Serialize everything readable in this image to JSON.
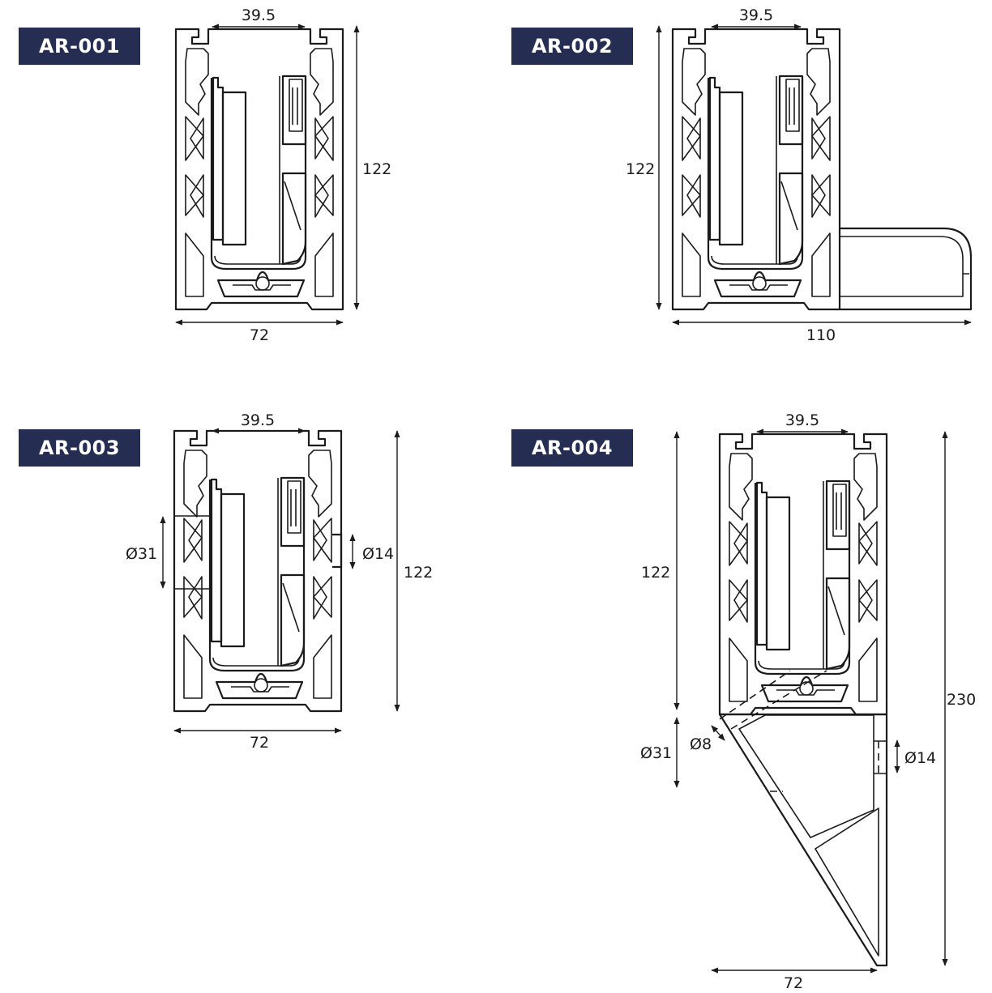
{
  "colors": {
    "badge": "#262d52",
    "line": "#1b1b1b",
    "background": "#ffffff"
  },
  "profiles": [
    {
      "code": "AR-001",
      "dims": {
        "top": "39.5",
        "height": "122",
        "width": "72"
      }
    },
    {
      "code": "AR-002",
      "dims": {
        "top": "39.5",
        "height": "122",
        "width": "110"
      }
    },
    {
      "code": "AR-003",
      "dims": {
        "top": "39.5",
        "height": "122",
        "width": "72",
        "hole_left": "Ø31",
        "hole_right": "Ø14"
      }
    },
    {
      "code": "AR-004",
      "dims": {
        "top": "39.5",
        "height": "122",
        "total_height": "230",
        "width": "72",
        "hole_lower": "Ø31",
        "hole_small": "Ø8",
        "hole_right": "Ø14"
      }
    }
  ]
}
